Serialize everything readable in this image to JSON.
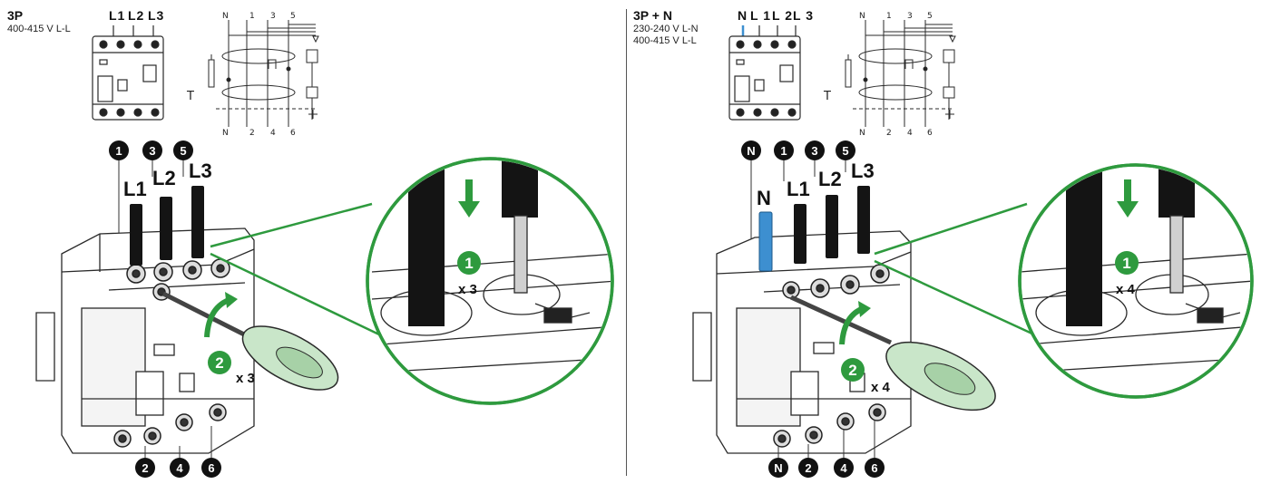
{
  "left": {
    "title": "3P",
    "specs": [
      "400-415 V L-L"
    ],
    "top_terminals": [
      "L1",
      "L2",
      "L3"
    ],
    "schematic_top": [
      "N",
      "1",
      "3",
      "5"
    ],
    "schematic_bottom": [
      "N",
      "2",
      "4",
      "6"
    ],
    "test_label": "T",
    "line_badges": [
      "1",
      "3",
      "5"
    ],
    "cable_labels": [
      "L1",
      "L2",
      "L3"
    ],
    "bottom_badges": [
      "2",
      "4",
      "6"
    ],
    "steps": [
      {
        "num": "1",
        "mult": "x 3"
      },
      {
        "num": "2",
        "mult": "x 3"
      }
    ]
  },
  "right": {
    "title": "3P + N",
    "specs": [
      "230-240 V L-N",
      "400-415 V L-L"
    ],
    "top_terminals": [
      "N",
      "L 1",
      "L 2",
      "L 3"
    ],
    "schematic_top": [
      "N",
      "1",
      "3",
      "5"
    ],
    "schematic_bottom": [
      "N",
      "2",
      "4",
      "6"
    ],
    "test_label": "T",
    "line_badges": [
      "N",
      "1",
      "3",
      "5"
    ],
    "cable_labels": [
      "N",
      "L1",
      "L2",
      "L3"
    ],
    "bottom_badges": [
      "N",
      "2",
      "4",
      "6"
    ],
    "steps": [
      {
        "num": "1",
        "mult": "x 4"
      },
      {
        "num": "2",
        "mult": "x 4"
      }
    ]
  },
  "colors": {
    "step_green": "#2e9a3e",
    "cable_black": "#141414",
    "neutral_blue": "#3d8fd0",
    "outline": "#2a2a2a"
  },
  "icons": [
    "screwdriver-icon",
    "arrow-down-icon",
    "curved-arrow-icon",
    "magnifier-callout-icon"
  ]
}
